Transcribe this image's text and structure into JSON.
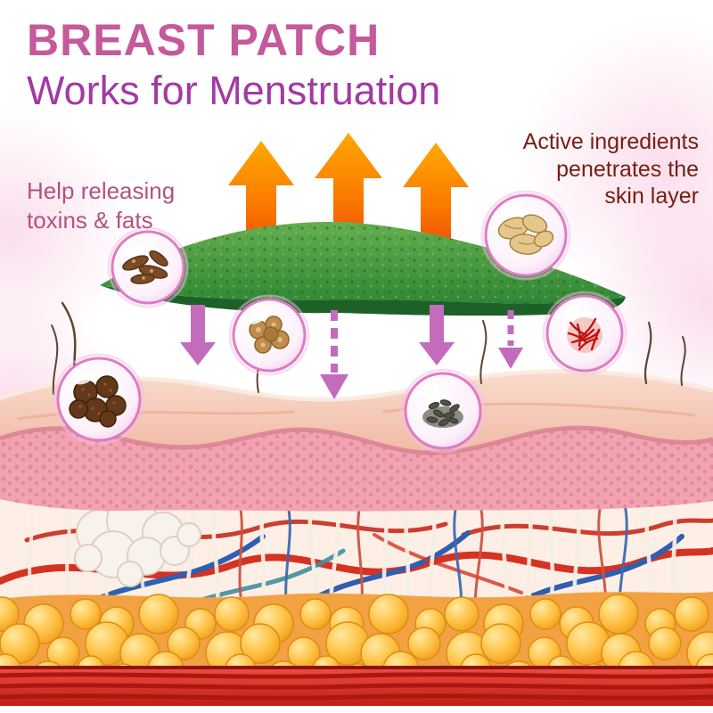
{
  "header": {
    "title": "BREAST PATCH",
    "subtitle": "Works for Menstruation"
  },
  "labels": {
    "left": "Help releasing\ntoxins & fats",
    "right": "Active ingredients\npenetrates the\nskin layer"
  },
  "diagram": {
    "patch_name": "herbal-breast-patch",
    "up_arrows_count": 3,
    "down_arrows_count": 4,
    "ingredient_bubbles": [
      "seed-pods",
      "herb-slices",
      "root-slices",
      "saffron-threads",
      "dried-berries",
      "black-seeds"
    ],
    "skin_layers": [
      "skin-surface-with-hairs",
      "epidermis",
      "dermis-with-vessels-and-follicles",
      "fat-cells",
      "muscle"
    ]
  },
  "colors": {
    "title": "#c4599c",
    "subtitle": "#a23aa3",
    "left_label": "#b4527e",
    "right_label": "#752012",
    "patch_green": "#3c8a36",
    "patch_edge_green": "#1d6128",
    "arrow_up_gradient_bottom": "#e02c0c",
    "arrow_up_gradient_top": "#ffa800",
    "arrow_down_pink": "#c36cbc",
    "epidermis_pink": "#f2a3af",
    "fat_yellow": "#ffc246",
    "muscle_red": "#c01d16"
  }
}
